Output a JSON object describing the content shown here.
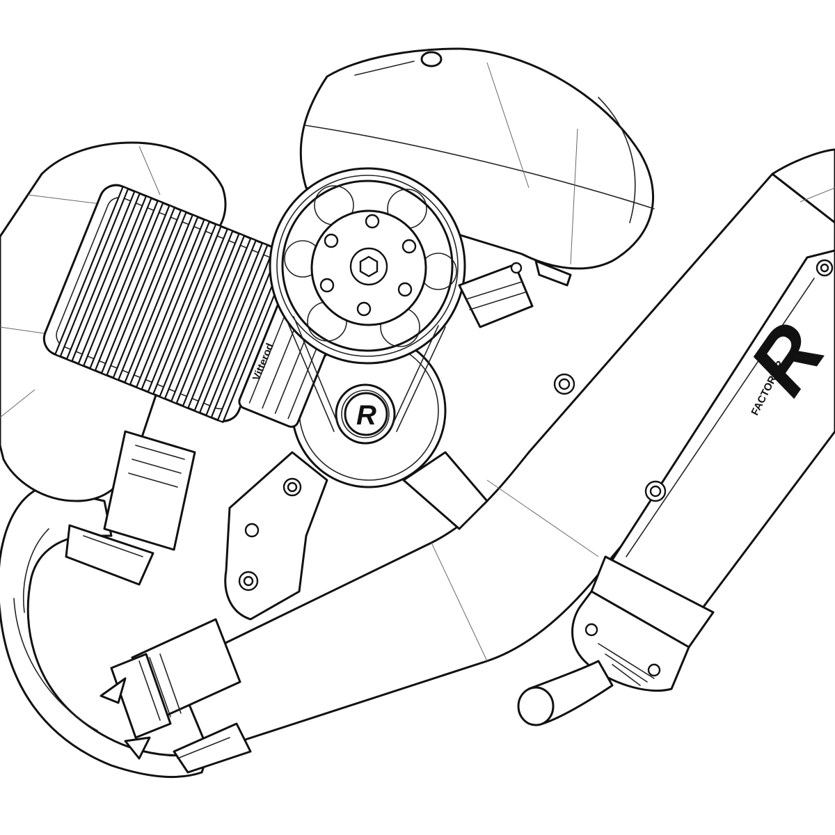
{
  "drawing": {
    "muffler_brand": "FACTORY R",
    "muffler_logo": "R",
    "cover_logo": "R",
    "cylinder_label": "Vitterod",
    "style": "black line art on white background",
    "colors": {
      "line": "#111111",
      "background": "#ffffff"
    }
  }
}
